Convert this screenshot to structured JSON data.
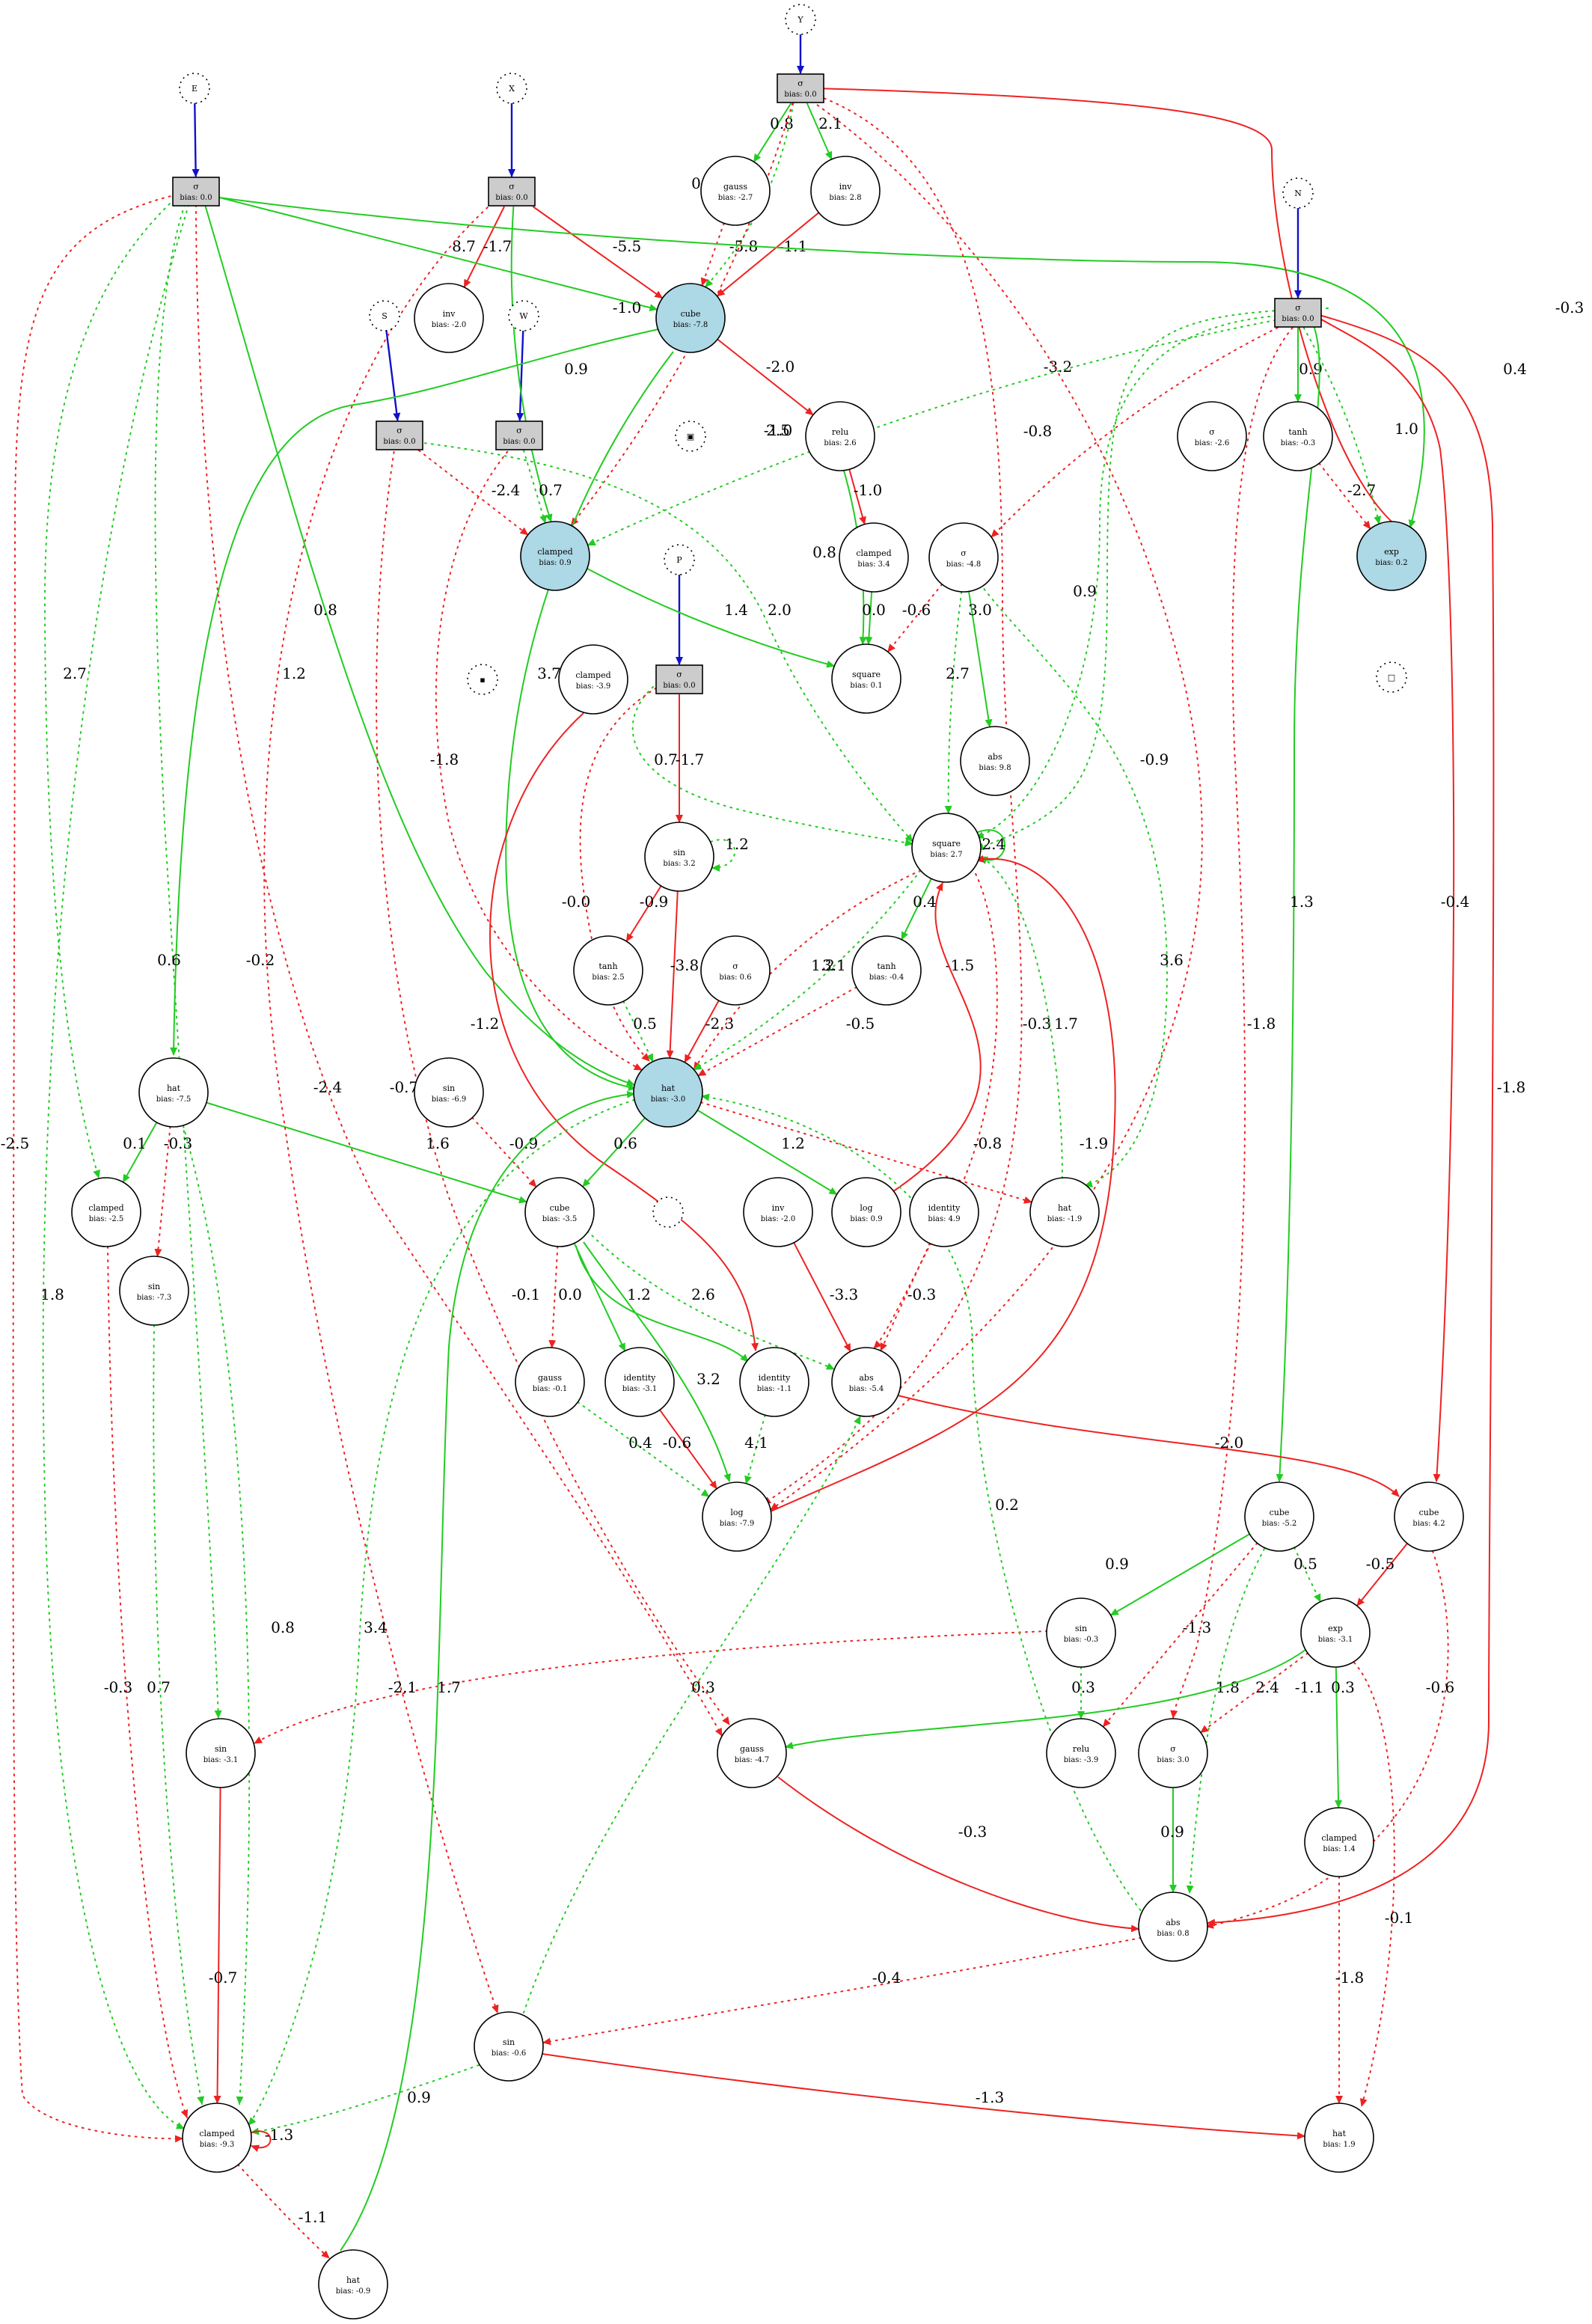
{
  "colors": {
    "positive": "#22cc22",
    "negative": "#ee2222",
    "io": "#1111cc",
    "highlight_fill": "#add8e6",
    "input_fill": "#cccccc"
  },
  "nodes": {
    "E": {
      "label": "E"
    },
    "X": {
      "label": "X"
    },
    "Y": {
      "label": "Y"
    },
    "N": {
      "label": "N"
    },
    "S": {
      "label": "S"
    },
    "W": {
      "label": "W"
    },
    "P": {
      "label": "P"
    },
    "sE": {
      "label": "σ",
      "bias": "bias: 0.0"
    },
    "sX": {
      "label": "σ",
      "bias": "bias: 0.0"
    },
    "sY": {
      "label": "σ",
      "bias": "bias: 0.0"
    },
    "sN": {
      "label": "σ",
      "bias": "bias: 0.0"
    },
    "sS": {
      "label": "σ",
      "bias": "bias: 0.0"
    },
    "sW": {
      "label": "σ",
      "bias": "bias: 0.0"
    },
    "sP": {
      "label": "σ",
      "bias": "bias: 0.0"
    },
    "gauss27": {
      "label": "gauss",
      "bias": "bias: -2.7"
    },
    "inv28": {
      "label": "inv",
      "bias": "bias: 2.8"
    },
    "inv20": {
      "label": "inv",
      "bias": "bias: -2.0"
    },
    "cubeM78": {
      "label": "cube",
      "bias": "bias: -7.8"
    },
    "relu26": {
      "label": "relu",
      "bias": "bias: 2.6"
    },
    "sig26": {
      "label": "σ",
      "bias": "bias: -2.6"
    },
    "tanh03": {
      "label": "tanh",
      "bias": "bias: -0.3"
    },
    "exp02": {
      "label": "exp",
      "bias": "bias: 0.2"
    },
    "clamp09": {
      "label": "clamped",
      "bias": "bias: 0.9"
    },
    "clamp34": {
      "label": "clamped",
      "bias": "bias: 3.4"
    },
    "sig48": {
      "label": "σ",
      "bias": "bias: -4.8"
    },
    "square01": {
      "label": "square",
      "bias": "bias: 0.1"
    },
    "abs98": {
      "label": "abs",
      "bias": "bias: 9.8"
    },
    "clampM39": {
      "label": "clamped",
      "bias": "bias: -3.9"
    },
    "sin32": {
      "label": "sin",
      "bias": "bias: 3.2"
    },
    "square27": {
      "label": "square",
      "bias": "bias: 2.7"
    },
    "tanh25": {
      "label": "tanh",
      "bias": "bias: 2.5"
    },
    "sig06": {
      "label": "σ",
      "bias": "bias: 0.6"
    },
    "tanhM04": {
      "label": "tanh",
      "bias": "bias: -0.4"
    },
    "hat75": {
      "label": "hat",
      "bias": "bias: -7.5"
    },
    "sin69": {
      "label": "sin",
      "bias": "bias: -6.9"
    },
    "hatM30": {
      "label": "hat",
      "bias": "bias: -3.0"
    },
    "clampM25": {
      "label": "clamped",
      "bias": "bias: -2.5"
    },
    "sin73": {
      "label": "sin",
      "bias": "bias: -7.3"
    },
    "cube35": {
      "label": "cube",
      "bias": "bias: -3.5"
    },
    "inv20b": {
      "label": "inv",
      "bias": "bias: -2.0"
    },
    "log09": {
      "label": "log",
      "bias": "bias: 0.9"
    },
    "ident49": {
      "label": "identity",
      "bias": "bias: 4.9"
    },
    "hat19": {
      "label": "hat",
      "bias": "bias: -1.9"
    },
    "gauss01": {
      "label": "gauss",
      "bias": "bias: -0.1"
    },
    "ident31": {
      "label": "identity",
      "bias": "bias: -3.1"
    },
    "ident11": {
      "label": "identity",
      "bias": "bias: -1.1"
    },
    "abs54": {
      "label": "abs",
      "bias": "bias: -5.4"
    },
    "log79": {
      "label": "log",
      "bias": "bias: -7.9"
    },
    "cube52": {
      "label": "cube",
      "bias": "bias: -5.2"
    },
    "cube42": {
      "label": "cube",
      "bias": "bias: 4.2"
    },
    "sinM03": {
      "label": "sin",
      "bias": "bias: -0.3"
    },
    "exp31": {
      "label": "exp",
      "bias": "bias: -3.1"
    },
    "sin31": {
      "label": "sin",
      "bias": "bias: -3.1"
    },
    "gauss47": {
      "label": "gauss",
      "bias": "bias: -4.7"
    },
    "relu39": {
      "label": "relu",
      "bias": "bias: -3.9"
    },
    "sig30": {
      "label": "σ",
      "bias": "bias: 3.0"
    },
    "clamp14": {
      "label": "clamped",
      "bias": "bias: 1.4"
    },
    "abs08": {
      "label": "abs",
      "bias": "bias: 0.8"
    },
    "sinM06": {
      "label": "sin",
      "bias": "bias: -0.6"
    },
    "clampM93": {
      "label": "clamped",
      "bias": "bias: -9.3"
    },
    "hat19b": {
      "label": "hat",
      "bias": "bias: 1.9"
    },
    "hatM09": {
      "label": "hat",
      "bias": "bias: -0.9"
    },
    "out1": {
      "label": "▣"
    },
    "out2": {
      "label": "▪"
    },
    "out3": {
      "label": "□"
    },
    "out4": {
      "label": ""
    }
  },
  "edges": [
    {
      "id": "e1",
      "w": "",
      "color": "io"
    },
    {
      "id": "e2",
      "w": "",
      "color": "io"
    },
    {
      "id": "e3",
      "w": "",
      "color": "io"
    },
    {
      "id": "e4",
      "w": "",
      "color": "io"
    },
    {
      "id": "e5",
      "w": "",
      "color": "io"
    },
    {
      "id": "e6",
      "w": "",
      "color": "io"
    },
    {
      "id": "e7",
      "w": "",
      "color": "io"
    },
    {
      "id": "e8",
      "w": "0.8"
    },
    {
      "id": "e9",
      "w": "2.1"
    },
    {
      "id": "e10",
      "w": "0.3"
    },
    {
      "id": "e11",
      "w": "-5.8"
    },
    {
      "id": "e12",
      "w": "-1.1"
    },
    {
      "id": "e13",
      "w": "-1.7"
    },
    {
      "id": "e14",
      "w": "-5.5"
    },
    {
      "id": "e15",
      "w": "8.7"
    },
    {
      "id": "e16",
      "w": "-1.0"
    },
    {
      "id": "e17",
      "w": "0.9"
    },
    {
      "id": "e18",
      "w": "-2.0"
    },
    {
      "id": "e19",
      "w": "-3.2"
    },
    {
      "id": "e20",
      "w": "0.9"
    },
    {
      "id": "e21",
      "w": "1.0"
    },
    {
      "id": "e22",
      "w": "-1.0"
    },
    {
      "id": "e23",
      "w": "-2.7"
    },
    {
      "id": "e24",
      "w": "0.4"
    },
    {
      "id": "e25",
      "w": "-0.3"
    },
    {
      "id": "e26",
      "w": "2.5"
    },
    {
      "id": "e27",
      "w": "-2.4"
    },
    {
      "id": "e28",
      "w": "0.7"
    },
    {
      "id": "e29",
      "w": "2.0"
    },
    {
      "id": "e30",
      "w": "-1.0"
    },
    {
      "id": "e31",
      "w": "0.8"
    },
    {
      "id": "e32",
      "w": "0.0"
    },
    {
      "id": "e33",
      "w": "-0.6"
    },
    {
      "id": "e34",
      "w": "3.0"
    },
    {
      "id": "e35",
      "w": "2.7"
    },
    {
      "id": "e36",
      "w": "0.9"
    },
    {
      "id": "e37",
      "w": "-0.8"
    },
    {
      "id": "e38",
      "w": "1.2"
    },
    {
      "id": "e39",
      "w": "1.4"
    },
    {
      "id": "e40",
      "w": "3.7"
    },
    {
      "id": "e41",
      "w": "0.8"
    },
    {
      "id": "e42",
      "w": "2.7"
    },
    {
      "id": "e43",
      "w": "-1.8"
    },
    {
      "id": "e44",
      "w": "0.7"
    },
    {
      "id": "e45",
      "w": "-1.7"
    },
    {
      "id": "e46",
      "w": "1.2"
    },
    {
      "id": "e47",
      "w": "0.4"
    },
    {
      "id": "e48",
      "w": "-0.9"
    },
    {
      "id": "e49",
      "w": "1.2"
    },
    {
      "id": "e50",
      "w": "-3.8"
    },
    {
      "id": "e51",
      "w": "0.5"
    },
    {
      "id": "e52",
      "w": "-2.3"
    },
    {
      "id": "e53",
      "w": "-0.5"
    },
    {
      "id": "e54",
      "w": "-1.5"
    },
    {
      "id": "e55",
      "w": "3.1"
    },
    {
      "id": "e56",
      "w": "-0.0"
    },
    {
      "id": "e57",
      "w": "-2.4"
    },
    {
      "id": "e58",
      "w": "-0.9"
    },
    {
      "id": "e59",
      "w": "3.6"
    },
    {
      "id": "e60",
      "w": "1.3"
    },
    {
      "id": "e61",
      "w": "-0.4"
    },
    {
      "id": "e62",
      "w": "-1.8"
    },
    {
      "id": "e63",
      "w": "-1.8"
    },
    {
      "id": "e64",
      "w": "0.6"
    },
    {
      "id": "e65",
      "w": "-0.2"
    },
    {
      "id": "e66",
      "w": "-2.5"
    },
    {
      "id": "e67",
      "w": "1.6"
    },
    {
      "id": "e68",
      "w": "0.1"
    },
    {
      "id": "e69",
      "w": "-0.3"
    },
    {
      "id": "e70",
      "w": "-1.2"
    },
    {
      "id": "e71",
      "w": "-0.9"
    },
    {
      "id": "e72",
      "w": "0.6"
    },
    {
      "id": "e73",
      "w": "1.2"
    },
    {
      "id": "e74",
      "w": "-0.8"
    },
    {
      "id": "e75",
      "w": "-0.3"
    },
    {
      "id": "e76",
      "w": "1.7"
    },
    {
      "id": "e77",
      "w": "-1.9"
    },
    {
      "id": "e78",
      "w": "-0.7"
    },
    {
      "id": "e79",
      "w": "-2.4"
    },
    {
      "id": "e80",
      "w": "-0.1"
    },
    {
      "id": "e81",
      "w": "0.0"
    },
    {
      "id": "e82",
      "w": "1.2"
    },
    {
      "id": "e83",
      "w": "2.6"
    },
    {
      "id": "e84",
      "w": "3.2"
    },
    {
      "id": "e85",
      "w": "-3.3"
    },
    {
      "id": "e86",
      "w": "-0.3"
    },
    {
      "id": "e87",
      "w": "0.4"
    },
    {
      "id": "e88",
      "w": "-0.6"
    },
    {
      "id": "e89",
      "w": "4.1"
    },
    {
      "id": "e90",
      "w": "-2.0"
    },
    {
      "id": "e91",
      "w": "0.9"
    },
    {
      "id": "e92",
      "w": "0.5"
    },
    {
      "id": "e93",
      "w": "-0.5"
    },
    {
      "id": "e94",
      "w": "-1.3"
    },
    {
      "id": "e95",
      "w": "1.8"
    },
    {
      "id": "e96",
      "w": "2.4"
    },
    {
      "id": "e97",
      "w": "-1.1"
    },
    {
      "id": "e98",
      "w": "0.3"
    },
    {
      "id": "e99",
      "w": "-0.1"
    },
    {
      "id": "e100",
      "w": "-0.6"
    },
    {
      "id": "e101",
      "w": "0.3"
    },
    {
      "id": "e102",
      "w": "-2.1"
    },
    {
      "id": "e103",
      "w": "0.9"
    },
    {
      "id": "e104",
      "w": "-0.3"
    },
    {
      "id": "e105",
      "w": "-1.8"
    },
    {
      "id": "e106",
      "w": "-0.7"
    },
    {
      "id": "e107",
      "w": "-0.3"
    },
    {
      "id": "e108",
      "w": "0.7"
    },
    {
      "id": "e109",
      "w": "0.8"
    },
    {
      "id": "e110",
      "w": "1.8"
    },
    {
      "id": "e111",
      "w": "3.4"
    },
    {
      "id": "e112",
      "w": "0.3"
    },
    {
      "id": "e113",
      "w": "-0.4"
    },
    {
      "id": "e114",
      "w": "-1.3"
    },
    {
      "id": "e115",
      "w": "0.9"
    },
    {
      "id": "e116",
      "w": "-1.3"
    },
    {
      "id": "e117",
      "w": "-1.1"
    },
    {
      "id": "e118",
      "w": "1.7"
    },
    {
      "id": "e119",
      "w": "0.2"
    }
  ]
}
